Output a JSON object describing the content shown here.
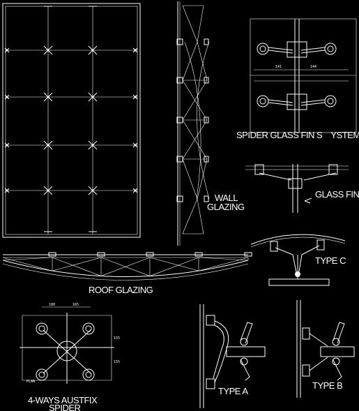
{
  "labels": {
    "wall_glazing_line1": "WALL",
    "wall_glazing_line2": "GLAZING",
    "spider_fin": "SPIDER GLASS FIN S    YSTEM",
    "glass_fin": "GLASS FIN",
    "type_c": "TYPE C",
    "roof_glazing": "ROOF GLAZING",
    "spider_line1": "4-WAYS AUSTFIX",
    "spider_line2": "SPIDER",
    "type_a": "TYPE A",
    "type_b": "TYPE B",
    "plan": "PLAN"
  },
  "dimensions": {
    "fin_left": "141",
    "fin_right": "144",
    "spider_top_left": "180",
    "spider_top_right": "165",
    "spider_side_top": "155",
    "spider_side_bottom": "155"
  },
  "colors": {
    "background": "#000000",
    "line": "#ffffff"
  }
}
